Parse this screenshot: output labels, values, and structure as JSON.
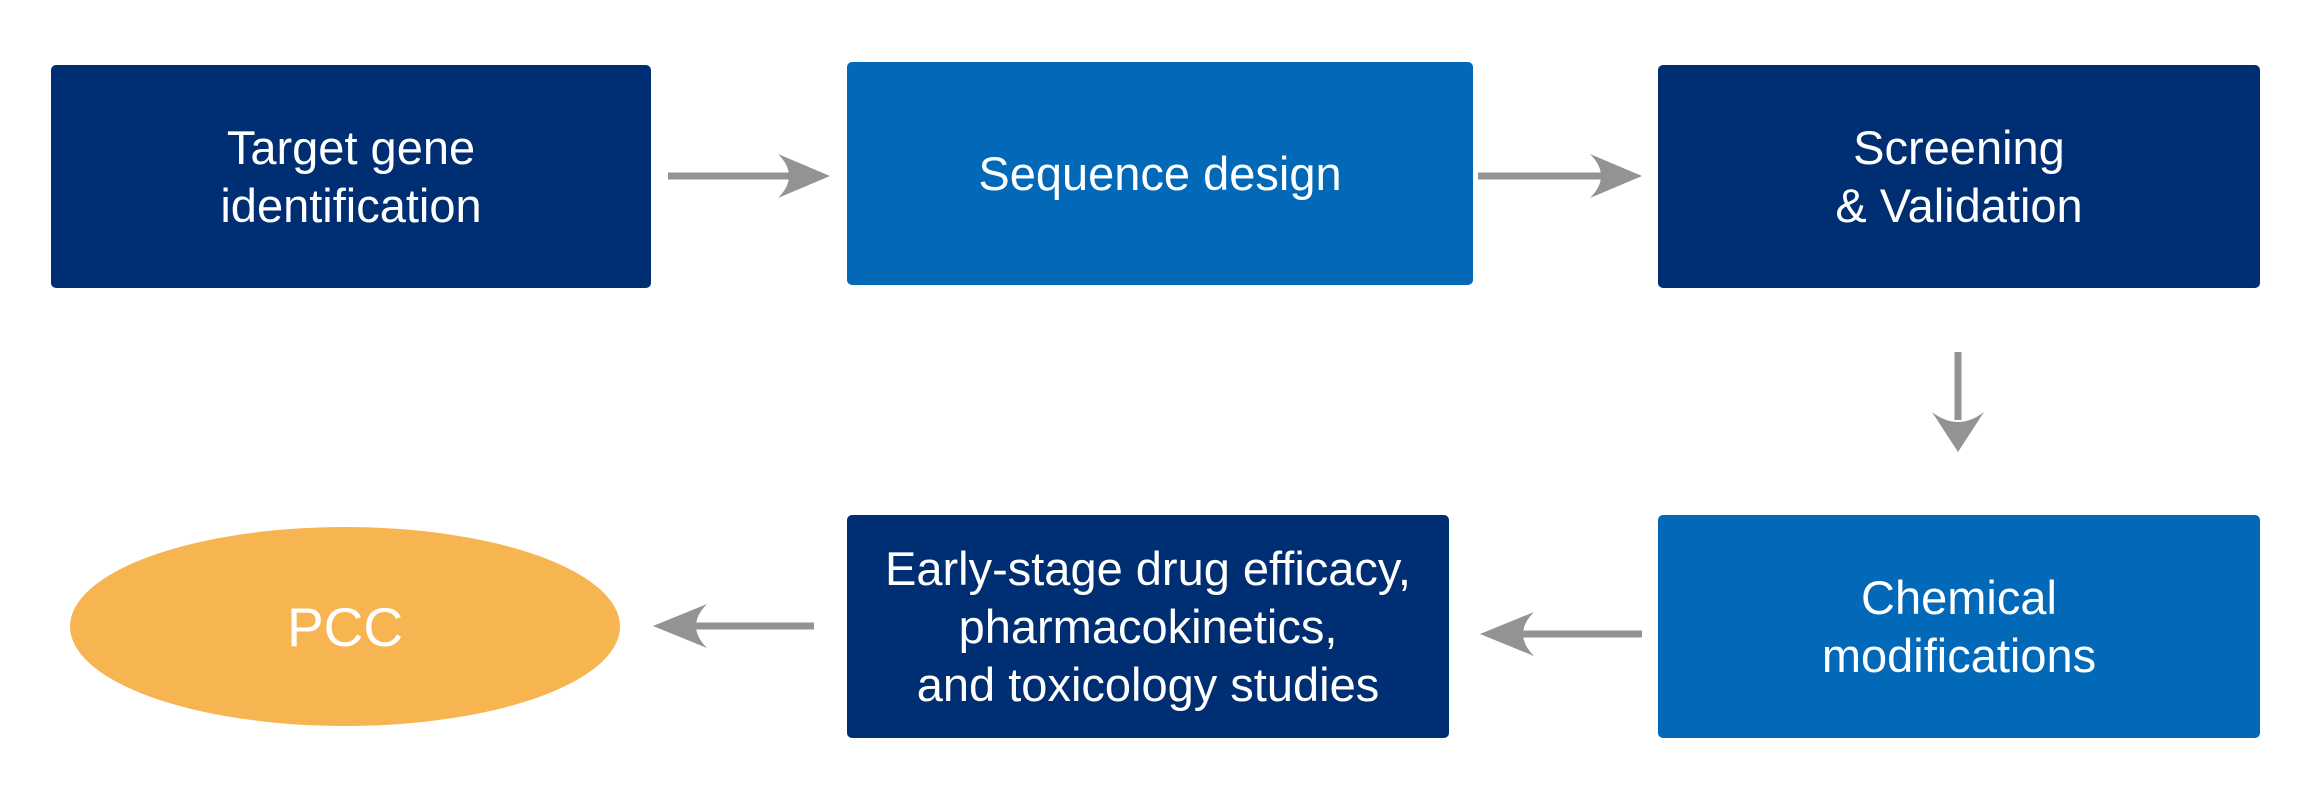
{
  "diagram": {
    "steps": {
      "target_gene": "Target gene\nidentification",
      "sequence_design": "Sequence design",
      "screening": "Screening\n& Validation",
      "chemical": "Chemical\nmodifications",
      "early_stage": "Early-stage drug efficacy,\npharmacokinetics,\nand toxicology studies",
      "pcc": "PCC"
    },
    "colors": {
      "dark_box": "#002e72",
      "light_box": "#0268b8",
      "pcc_fill": "#f7b551",
      "arrow": "#939393",
      "text": "#ffffff"
    }
  }
}
